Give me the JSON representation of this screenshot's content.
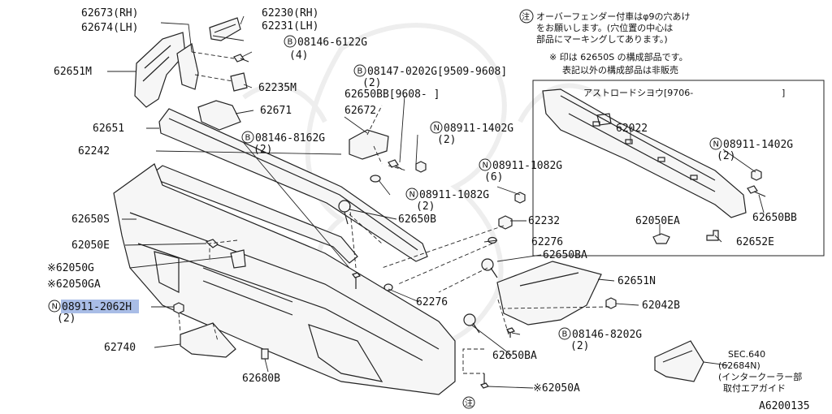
{
  "diagram_id": "A6200135",
  "notes": {
    "mark_circle": "注",
    "line1": "オーバーフェンダー付車はφ9の穴あけ",
    "line2": "をお願いします。(穴位置の中心は",
    "line3": "部品にマーキングしてあります。)",
    "line4": "※ 印は 62650S の構成部品です。",
    "line5": "表記以外の構成部品は非販売"
  },
  "inset": {
    "title": "アストロードシヨウ[9706-",
    "title_end": "]"
  },
  "sec_ref": {
    "line1": "SEC.640",
    "line2": "(62684N)",
    "line3": "(インタークーラー部",
    "line4": "取付エアガイド"
  },
  "symbols": {
    "bolt": "B",
    "nut": "N",
    "note": "注"
  },
  "labels": [
    {
      "id": "62673",
      "text": "62673(RH)",
      "sym": ""
    },
    {
      "id": "62674",
      "text": "62674(LH)",
      "sym": ""
    },
    {
      "id": "62230",
      "text": "62230(RH)",
      "sym": ""
    },
    {
      "id": "62231",
      "text": "62231(LH)",
      "sym": ""
    },
    {
      "id": "08146-6122G",
      "text": "08146-6122G",
      "sym": "B"
    },
    {
      "id": "08146-6122G-qty",
      "text": "(4)",
      "sym": ""
    },
    {
      "id": "62651M",
      "text": "62651M",
      "sym": ""
    },
    {
      "id": "62235M",
      "text": "62235M",
      "sym": ""
    },
    {
      "id": "08147-0202G",
      "text": "08147-0202G[9509-9608]",
      "sym": "B"
    },
    {
      "id": "08147-0202G-qty",
      "text": "(2)",
      "sym": ""
    },
    {
      "id": "62650BB-a",
      "text": "62650BB[9608-    ]",
      "sym": ""
    },
    {
      "id": "62671",
      "text": "62671",
      "sym": ""
    },
    {
      "id": "62672",
      "text": "62672",
      "sym": ""
    },
    {
      "id": "62651",
      "text": "62651",
      "sym": ""
    },
    {
      "id": "08146-8162G",
      "text": "08146-8162G",
      "sym": "B"
    },
    {
      "id": "08146-8162G-qty",
      "text": "(2)",
      "sym": ""
    },
    {
      "id": "08911-1402G-a",
      "text": "08911-1402G",
      "sym": "N"
    },
    {
      "id": "08911-1402G-a-qty",
      "text": "(2)",
      "sym": ""
    },
    {
      "id": "62242",
      "text": "62242",
      "sym": ""
    },
    {
      "id": "08911-1082G-a",
      "text": "08911-1082G",
      "sym": "N"
    },
    {
      "id": "08911-1082G-a-qty",
      "text": "(6)",
      "sym": ""
    },
    {
      "id": "08911-1082G-b",
      "text": "08911-1082G",
      "sym": "N"
    },
    {
      "id": "08911-1082G-b-qty",
      "text": "(2)",
      "sym": ""
    },
    {
      "id": "62650S",
      "text": "62650S",
      "sym": ""
    },
    {
      "id": "62650B",
      "text": "62650B",
      "sym": ""
    },
    {
      "id": "62232",
      "text": "62232",
      "sym": ""
    },
    {
      "id": "62050E",
      "text": "62050E",
      "sym": ""
    },
    {
      "id": "62276-a",
      "text": "62276",
      "sym": ""
    },
    {
      "id": "62650BA-a",
      "text": "62650BA",
      "sym": ""
    },
    {
      "id": "62050G",
      "text": "※62050G",
      "sym": ""
    },
    {
      "id": "62050GA",
      "text": "※62050GA",
      "sym": ""
    },
    {
      "id": "62651N",
      "text": "62651N",
      "sym": ""
    },
    {
      "id": "62276-b",
      "text": "62276",
      "sym": ""
    },
    {
      "id": "08911-2062H",
      "text": "08911-2062H",
      "sym": "N"
    },
    {
      "id": "08911-2062H-qty",
      "text": "(2)",
      "sym": ""
    },
    {
      "id": "62042B",
      "text": "62042B",
      "sym": ""
    },
    {
      "id": "08146-8202G",
      "text": "08146-8202G",
      "sym": "B"
    },
    {
      "id": "08146-8202G-qty",
      "text": "(2)",
      "sym": ""
    },
    {
      "id": "62740",
      "text": "62740",
      "sym": ""
    },
    {
      "id": "62650BA-b",
      "text": "62650BA",
      "sym": ""
    },
    {
      "id": "62680B",
      "text": "62680B",
      "sym": ""
    },
    {
      "id": "62050A",
      "text": "※62050A",
      "sym": ""
    },
    {
      "id": "62022",
      "text": "62022",
      "sym": ""
    },
    {
      "id": "08911-1402G-b",
      "text": "08911-1402G",
      "sym": "N"
    },
    {
      "id": "08911-1402G-b-qty",
      "text": "(2)",
      "sym": ""
    },
    {
      "id": "62650BB-b",
      "text": "62650BB",
      "sym": ""
    },
    {
      "id": "62050EA",
      "text": "62050EA",
      "sym": ""
    },
    {
      "id": "62652E",
      "text": "62652E",
      "sym": ""
    }
  ],
  "highlight": {
    "label_id": "08911-2062H",
    "color": "#a9bde6"
  }
}
